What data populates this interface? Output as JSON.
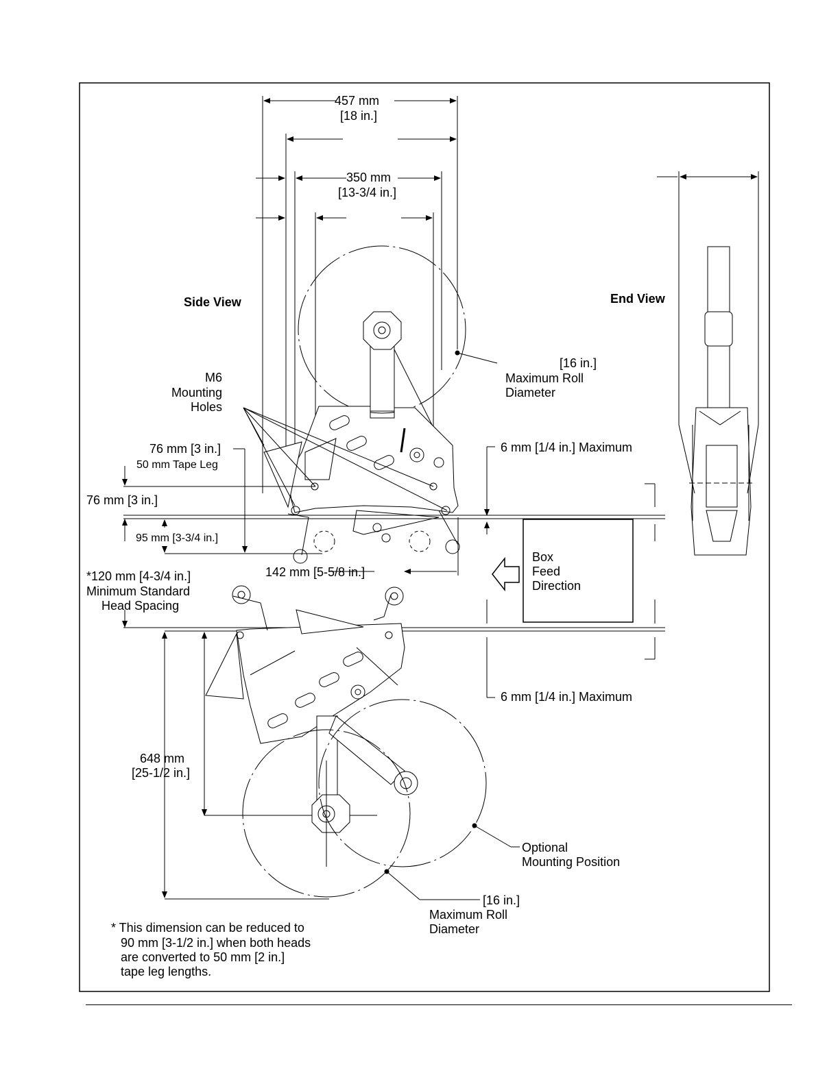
{
  "views": {
    "side_view": "Side View",
    "end_view": "End View"
  },
  "dimensions": {
    "overall_width_mm": "457 mm",
    "overall_width_in": "[18 in.]",
    "roll_span_mm": "350 mm",
    "roll_span_in": "[13-3/4 in.]",
    "tape_leg_76": "76 mm [3 in.]",
    "tape_leg_50": "50 mm Tape Leg",
    "left_76": "76 mm [3 in.]",
    "dim_95": "95 mm [3-3/4 in.]",
    "dim_142": "142 mm [5-5/8 in.]",
    "dim_648_mm": "648 mm",
    "dim_648_in": "[25-1/2 in.]"
  },
  "callouts": {
    "m6_line1": "M6",
    "m6_line2": "Mounting",
    "m6_line3": "Holes",
    "top_roll_line1": "[16 in.]",
    "top_roll_line2": "Maximum Roll",
    "top_roll_line3": "Diameter",
    "gap_top": "6 mm [1/4 in.] Maximum",
    "gap_bottom": "6 mm [1/4 in.] Maximum",
    "box_line1": "Box",
    "box_line2": "Feed",
    "box_line3": "Direction",
    "spacing_line1": "*120 mm [4-3/4 in.]",
    "spacing_line2": "Minimum Standard",
    "spacing_line3": "Head Spacing",
    "optional_line1": "Optional",
    "optional_line2": "Mounting Position",
    "bottom_roll_line1": "[16 in.]",
    "bottom_roll_line2": "Maximum Roll",
    "bottom_roll_line3": "Diameter"
  },
  "footnote": {
    "line1": "* This dimension can be reduced to",
    "line2": "90 mm [3-1/2 in.] when both heads",
    "line3": "are converted to 50 mm [2 in.]",
    "line4": "tape leg lengths."
  }
}
